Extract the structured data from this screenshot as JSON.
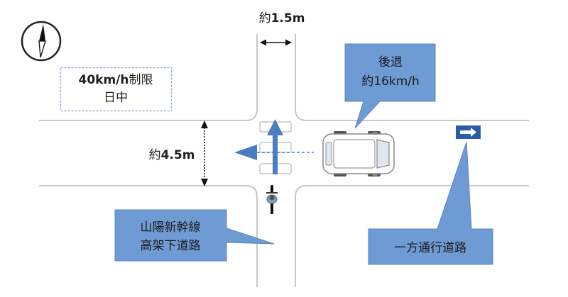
{
  "measurements": {
    "lane_width": {
      "prefix": "約",
      "value": "1.5m"
    },
    "road_width": {
      "prefix": "約",
      "value": "4.5m"
    }
  },
  "speed_limit": {
    "limit": "40km/h",
    "label": "制限",
    "time": "日中"
  },
  "callouts": {
    "reverse": {
      "line1": "後退",
      "line2": "約16km/h"
    },
    "one_way": {
      "text": "一方通行道路"
    },
    "viaduct": {
      "line1": "山陽新幹線",
      "line2": "高架下道路"
    }
  },
  "icons": {
    "compass": "compass-icon",
    "car": "car-icon",
    "bicycle": "bicycle-icon",
    "one_way_sign": "one-way-sign-icon"
  },
  "colors": {
    "callout_fill": "#6f9bd4",
    "callout_stroke": "#5a84c0",
    "arrow": "#4a7cc0",
    "sign": "#2b5ca6",
    "road": "#c8c8c8",
    "speed_border": "#8aa6c6"
  }
}
